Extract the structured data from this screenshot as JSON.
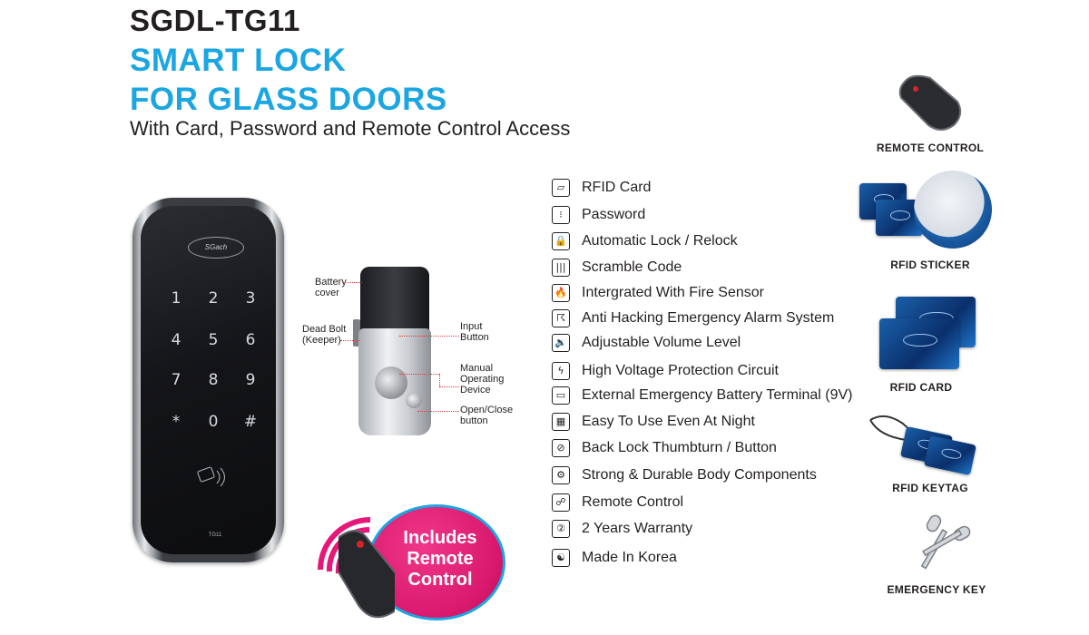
{
  "header": {
    "model": "SGDL-TG11",
    "title_line1": "SMART LOCK",
    "title_line2": "FOR GLASS DOORS",
    "subtitle": "With Card, Password and Remote Control Access"
  },
  "keypad": {
    "keys": [
      "1",
      "2",
      "3",
      "4",
      "5",
      "6",
      "7",
      "8",
      "9",
      "*",
      "0",
      "#"
    ],
    "model_label": "TG11",
    "logo_text": "SGach"
  },
  "keeper_diagram": {
    "labels": {
      "battery_cover": "Battery cover",
      "dead_bolt": "Dead Bolt (Keeper)",
      "input_button": "Input Button",
      "manual_device": "Manual Operating Device",
      "open_close": "Open/Close button"
    }
  },
  "badge": {
    "line1": "Includes",
    "line2": "Remote",
    "line3": "Control"
  },
  "features": [
    {
      "icon": "rfid-card-icon",
      "glyph": "▱",
      "label": "RFID Card"
    },
    {
      "icon": "password-icon",
      "glyph": "⁝",
      "label": "Password"
    },
    {
      "icon": "auto-lock-icon",
      "glyph": "🔒",
      "label": "Automatic Lock / Relock"
    },
    {
      "icon": "scramble-code-icon",
      "glyph": "|||",
      "label": "Scramble Code"
    },
    {
      "icon": "fire-sensor-icon",
      "glyph": "🔥",
      "label": "Intergrated With Fire Sensor"
    },
    {
      "icon": "alarm-icon",
      "glyph": "☈",
      "label": "Anti Hacking Emergency Alarm System"
    },
    {
      "icon": "volume-icon",
      "glyph": "🔉",
      "label": "Adjustable Volume Level"
    },
    {
      "icon": "high-voltage-icon",
      "glyph": "ϟ",
      "label": "High Voltage Protection Circuit"
    },
    {
      "icon": "battery-terminal-icon",
      "glyph": "▭",
      "label": "External Emergency Battery Terminal (9V)"
    },
    {
      "icon": "night-keypad-icon",
      "glyph": "▦",
      "label": "Easy To Use Even At Night"
    },
    {
      "icon": "thumbturn-icon",
      "glyph": "⊘",
      "label": "Back Lock Thumbturn / Button"
    },
    {
      "icon": "durable-gear-icon",
      "glyph": "⚙",
      "label": "Strong & Durable Body Components"
    },
    {
      "icon": "remote-control-icon",
      "glyph": "☍",
      "label": "Remote Control"
    },
    {
      "icon": "warranty-icon",
      "glyph": "②",
      "label": "2 Years Warranty"
    },
    {
      "icon": "korea-flag-icon",
      "glyph": "☯",
      "label": "Made In Korea"
    }
  ],
  "accessories": {
    "remote": "REMOTE CONTROL",
    "sticker": "RFID STICKER",
    "card": "RFID CARD",
    "keytag": "RFID KEYTAG",
    "key": "EMERGENCY KEY"
  }
}
